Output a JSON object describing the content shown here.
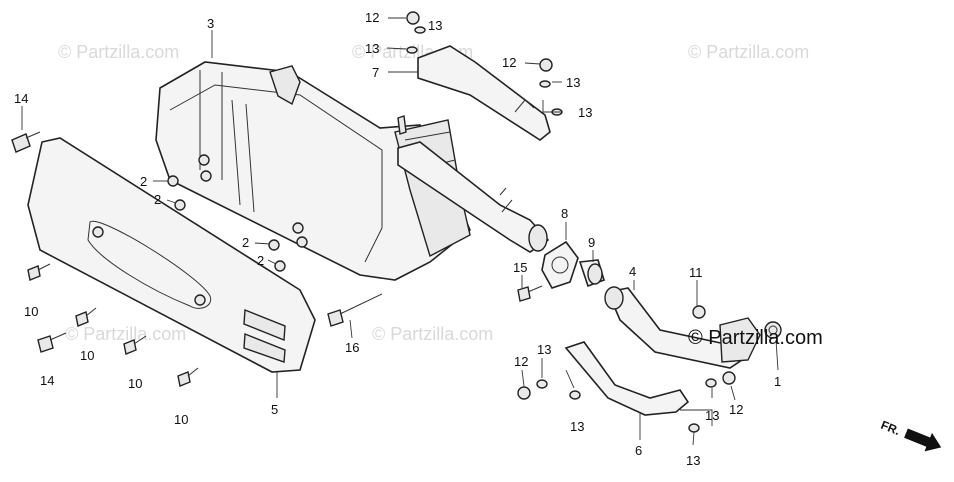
{
  "watermarks": [
    "© Partzilla.com",
    "© Partzilla.com",
    "© Partzilla.com",
    "© Partzilla.com",
    "© Partzilla.com"
  ],
  "brand": "© Partzilla.com",
  "direction_marker": "FR.",
  "callouts": {
    "c1": "1",
    "c2a": "2",
    "c2b": "2",
    "c2c": "2",
    "c2d": "2",
    "c3": "3",
    "c4": "4",
    "c5": "5",
    "c6": "6",
    "c7": "7",
    "c8": "8",
    "c9": "9",
    "c10a": "10",
    "c10b": "10",
    "c10c": "10",
    "c10d": "10",
    "c11": "11",
    "c12a": "12",
    "c12b": "12",
    "c12c": "12",
    "c12d": "12",
    "c13a": "13",
    "c13b": "13",
    "c13c": "13",
    "c13d": "13",
    "c13e": "13",
    "c13f": "13",
    "c13g": "13",
    "c13h": "13",
    "c14a": "14",
    "c14b": "14",
    "c15": "15",
    "c16": "16"
  }
}
